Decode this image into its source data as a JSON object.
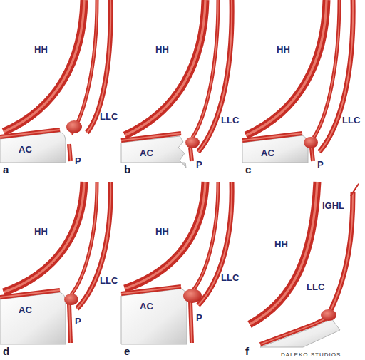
{
  "diagram": {
    "labels": [
      "HH",
      "LLC",
      "AC",
      "P",
      "a",
      "HH",
      "LLC",
      "AC",
      "P",
      "b",
      "HH",
      "LLC",
      "AC",
      "P",
      "c",
      "HH",
      "LLC",
      "AC",
      "P",
      "d",
      "HH",
      "LLC",
      "AC",
      "P",
      "e",
      "IGHL",
      "HH",
      "LLC",
      "f",
      "DALEKO STUDIOS"
    ]
  }
}
